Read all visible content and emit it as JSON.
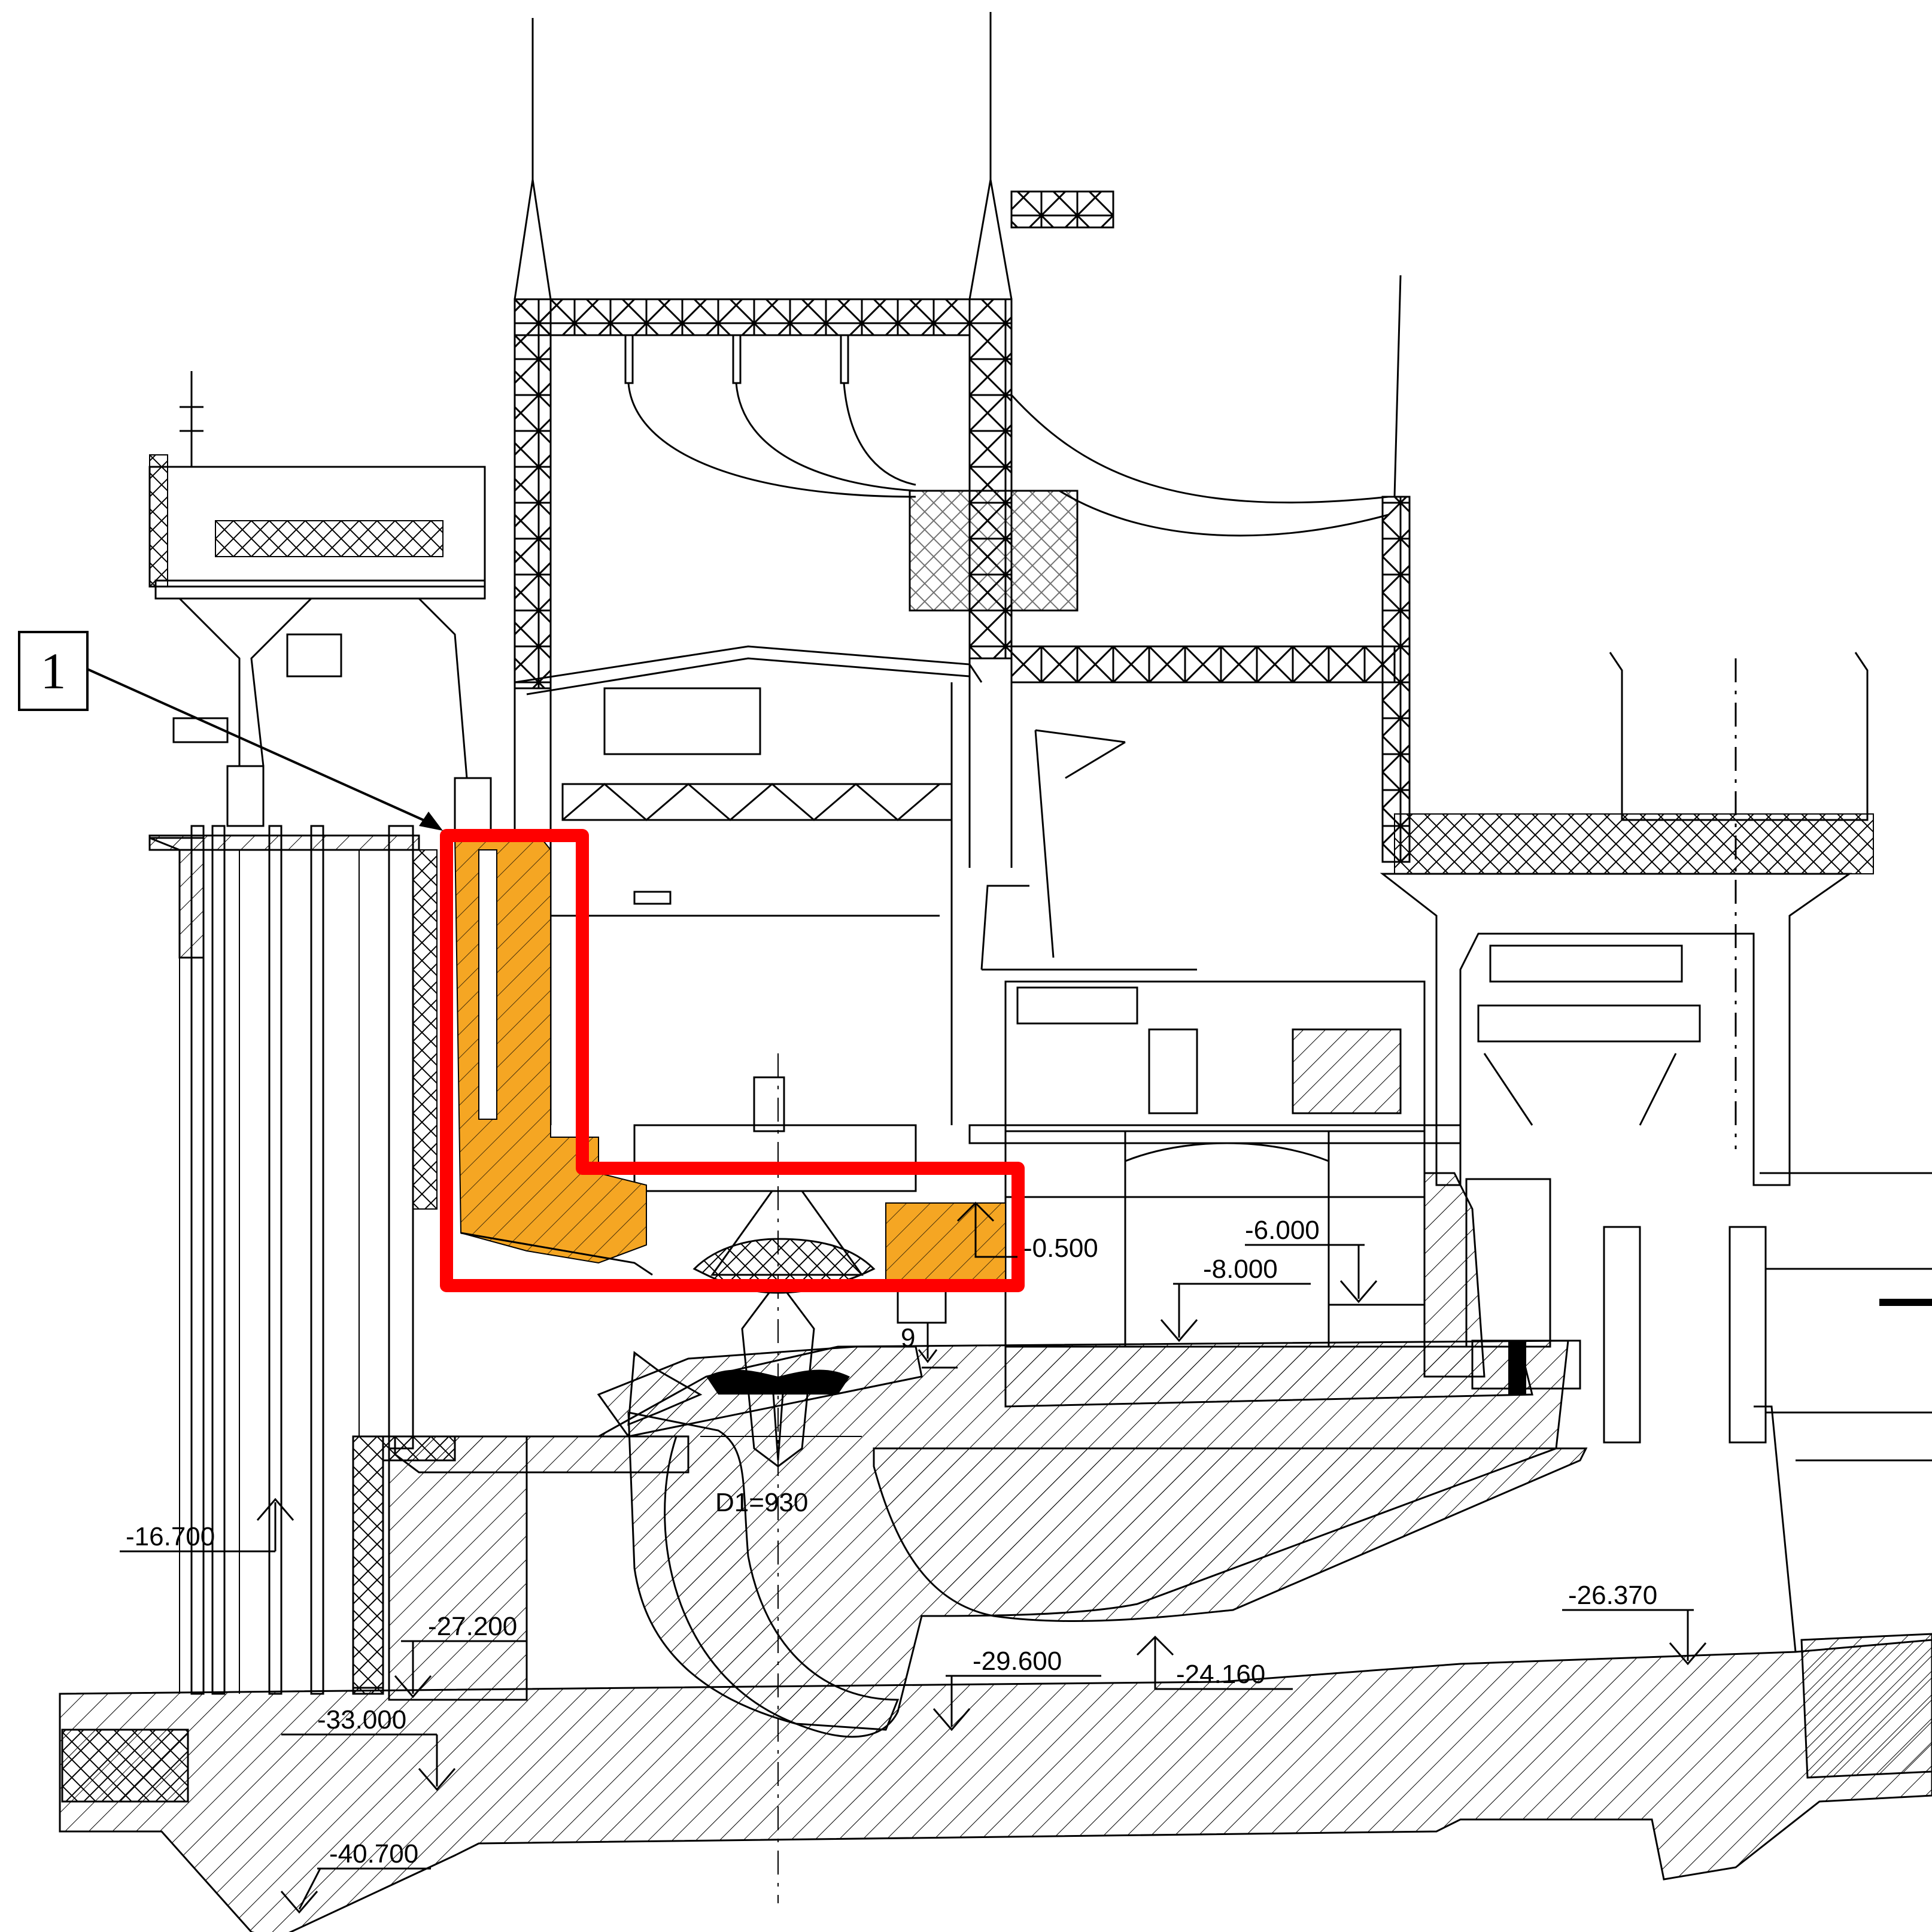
{
  "callout": {
    "label": "1"
  },
  "elevations": {
    "el_minus_0_500": "-0.500",
    "el_minus_6_000": "-6.000",
    "el_minus_8_000": "-8.000",
    "el_9": "9",
    "runner_diameter": "D1=930",
    "el_minus_16_700": "-16.700",
    "el_minus_27_200": "-27.200",
    "el_minus_33_000": "-33.000",
    "el_minus_29_600": "-29.600",
    "el_minus_24_160": "-24.160",
    "el_minus_26_370": "-26.370",
    "el_minus_40_700": "-40.700"
  },
  "colors": {
    "highlight_outline": "#ff0000",
    "highlight_fill": "#f5a623",
    "line": "#000000",
    "background": "#ffffff"
  }
}
